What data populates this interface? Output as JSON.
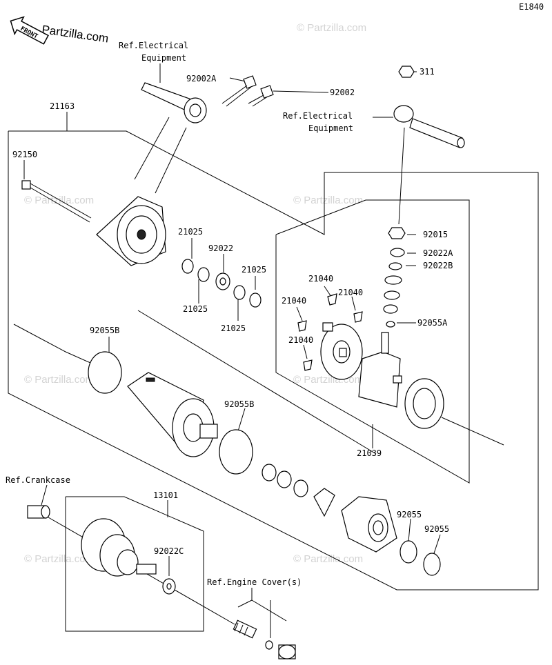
{
  "diagram": {
    "code": "E1840",
    "front_label": "FRONT",
    "watermark": "© Partzilla.com",
    "watermark_main": "Partzilla.com"
  },
  "labels": {
    "ref_electrical_1_line1": "Ref.Electrical",
    "ref_electrical_1_line2": "Equipment",
    "p92002A": "92002A",
    "p92002": "92002",
    "p21163": "21163",
    "p311": "311",
    "ref_electrical_2_line1": "Ref.Electrical",
    "ref_electrical_2_line2": "Equipment",
    "p92150": "92150",
    "p21025_a": "21025",
    "p92022": "92022",
    "p21025_b": "21025",
    "p21025_c": "21025",
    "p21025_d": "21025",
    "p92015": "92015",
    "p92022A": "92022A",
    "p92022B": "92022B",
    "p21040_a": "21040",
    "p21040_b": "21040",
    "p21040_c": "21040",
    "p21040_d": "21040",
    "p92055A": "92055A",
    "p92055B_a": "92055B",
    "p92055B_b": "92055B",
    "p21039": "21039",
    "ref_crankcase": "Ref.Crankcase",
    "p13101": "13101",
    "p92022C": "92022C",
    "p92055_a": "92055",
    "p92055_b": "92055",
    "ref_engine_cover": "Ref.Engine Cover(s)"
  }
}
